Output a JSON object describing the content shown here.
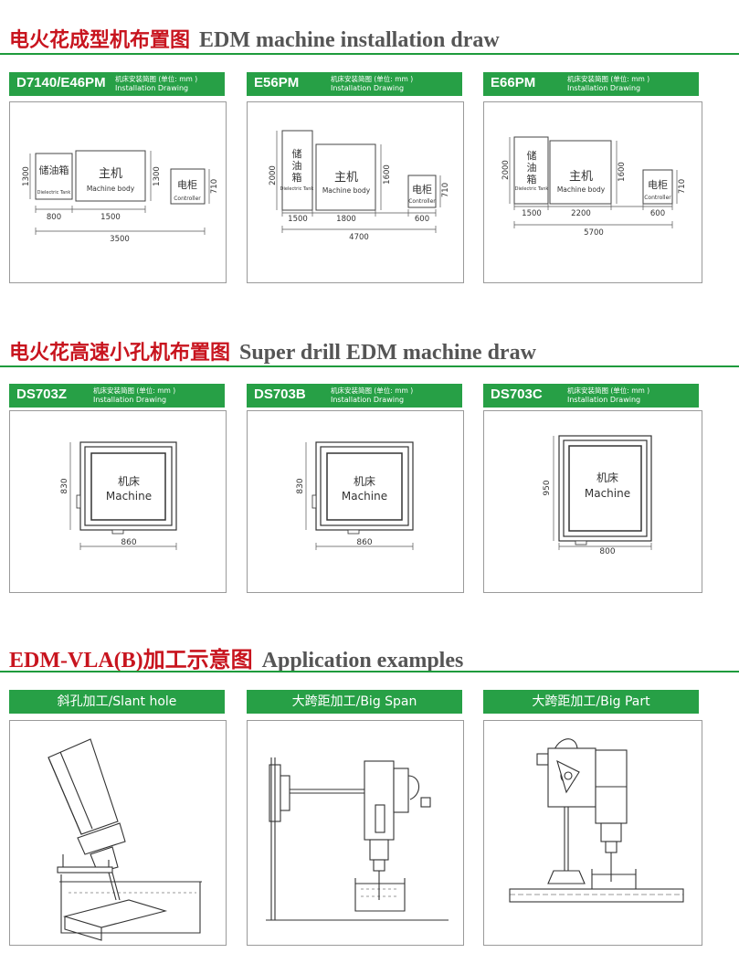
{
  "sections": [
    {
      "cn": "电火花成型机布置图",
      "en": "EDM machine installation draw"
    },
    {
      "cn": "电火花高速小孔机布置图",
      "en": "Super  drill  EDM  machine draw"
    },
    {
      "cn": "EDM-VLA(B)加工示意图",
      "en": "Application examples"
    }
  ],
  "common": {
    "sub1": "机床安装简图 (单位: mm )",
    "sub2": "Installation Drawing",
    "tank_cn": "储油箱",
    "tank_en": "Dielectric Tank",
    "body_cn": "主机",
    "body_en": "Machine body",
    "ctrl_cn": "电柜",
    "ctrl_en": "Controller",
    "mach_cn": "机床",
    "mach_en": "Machine"
  },
  "edm": [
    {
      "model": "D7140/E46PM",
      "tank_h": "1300",
      "body_h": "1300",
      "ctrl_h": "710",
      "w1": "800",
      "w2": "1500",
      "total": "3500"
    },
    {
      "model": "E56PM",
      "tank_h": "2000",
      "body_h": "1600",
      "ctrl_h": "710",
      "w1": "1500",
      "w2": "1800",
      "w3": "600",
      "total": "4700"
    },
    {
      "model": "E66PM",
      "tank_h": "2000",
      "body_h": "1600",
      "ctrl_h": "710",
      "w1": "1500",
      "w2": "2200",
      "w3": "600",
      "total": "5700"
    }
  ],
  "drill": [
    {
      "model": "DS703Z",
      "h": "830",
      "w": "860"
    },
    {
      "model": "DS703B",
      "h": "830",
      "w": "860"
    },
    {
      "model": "DS703C",
      "h": "950",
      "w": "800"
    }
  ],
  "apps": [
    {
      "label": "斜孔加工/Slant hole"
    },
    {
      "label": "大跨距加工/Big Span"
    },
    {
      "label": "大跨距加工/Big Part"
    }
  ]
}
